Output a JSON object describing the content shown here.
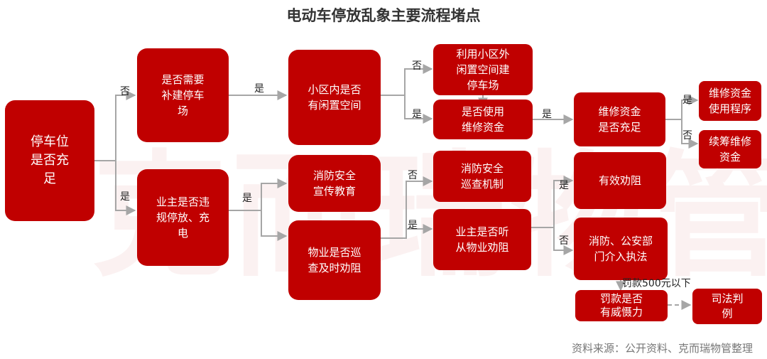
{
  "title": "电动车停放乱象主要流程堵点",
  "nodes": {
    "n_root": "停车位\n是否充\n足",
    "n_need": "是否需要\n补建停车\n场",
    "n_owner": "业主是否违\n规停放、充\n电",
    "n_idle": "小区内是否\n有闲置空间",
    "n_outside": "利用小区外\n闲置空间建\n停车场",
    "n_fund": "是否使用\n维修资金",
    "n_fund_ok": "维修资金\n是否充足",
    "n_fund_proc": "维修资金\n使用程序",
    "n_refund": "续筹维修\n资金",
    "n_promo": "消防安全\n宣传教育",
    "n_patrol_q": "物业是否巡\n查及时劝阻",
    "n_patrol": "消防安全\n巡查机制",
    "n_listen": "业主是否听\n从物业劝阻",
    "n_effective": "有效劝阻",
    "n_enforce": "消防、公安部\n门介入执法",
    "n_deter": "罚款是否\n有威慑力",
    "n_judicial": "司法判\n例"
  },
  "edge_labels": {
    "no": "否",
    "yes": "是",
    "fine": "罚款500元以下"
  },
  "source": "资料来源：公开资料、克而瑞物管整理",
  "colors": {
    "box": "#c00000",
    "line": "#a6a6a6"
  }
}
